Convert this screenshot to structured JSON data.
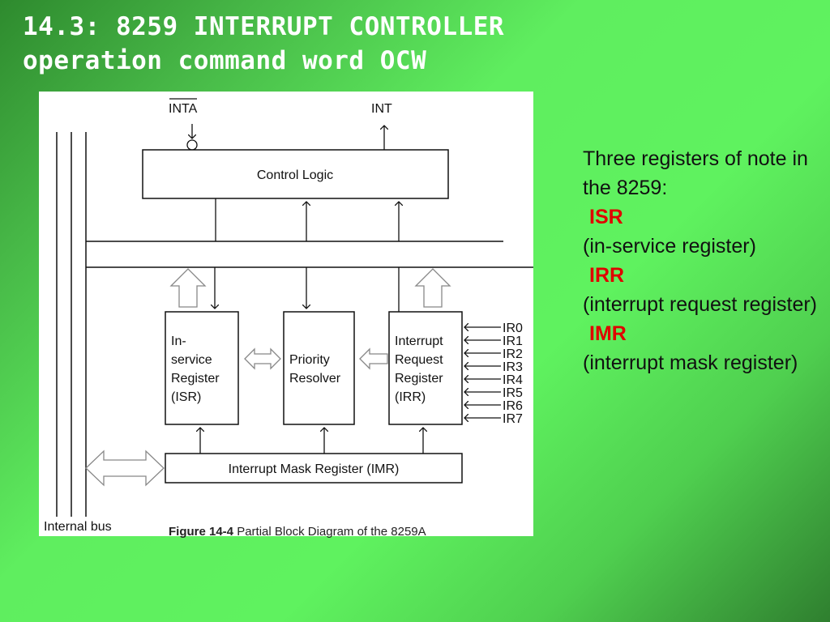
{
  "title": {
    "line1": "14.3: 8259 INTERRUPT CONTROLLER",
    "line2": "operation command word OCW"
  },
  "diagram": {
    "signals": {
      "inta": "INTA",
      "int": "INT"
    },
    "control_logic": "Control Logic",
    "isr_box": [
      "In-",
      "service",
      "Register",
      "(ISR)"
    ],
    "priority_box": [
      "Priority",
      "Resolver"
    ],
    "irr_box": [
      "Interrupt",
      "Request",
      "Register",
      "(IRR)"
    ],
    "imr_box": "Interrupt Mask Register (IMR)",
    "ir_lines": [
      "IR0",
      "IR1",
      "IR2",
      "IR3",
      "IR4",
      "IR5",
      "IR6",
      "IR7"
    ],
    "internal_bus": "Internal bus",
    "caption_bold": "Figure 14-4",
    "caption_text": "Partial Block Diagram of the 8259A"
  },
  "notes": {
    "intro": "Three registers of note in the 8259:",
    "registers": [
      {
        "abbr": "ISR",
        "desc": "(in-service register)"
      },
      {
        "abbr": "IRR",
        "desc": "(interrupt request register)"
      },
      {
        "abbr": "IMR",
        "desc": "(interrupt mask register)"
      }
    ],
    "abbr_color": "#e00000"
  }
}
